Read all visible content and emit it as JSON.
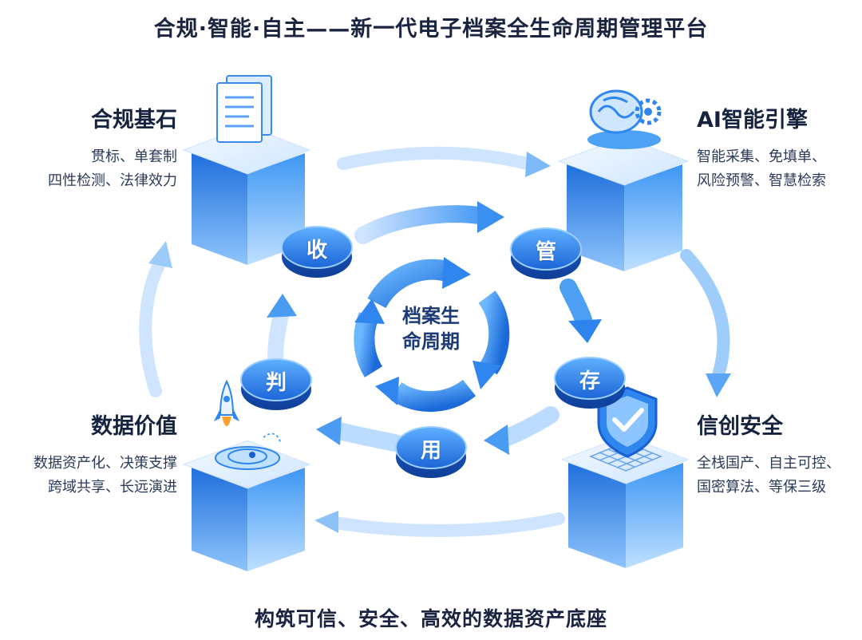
{
  "title": "合规·智能·自主——新一代电子档案全生命周期管理平台",
  "center": {
    "line1": "档案生",
    "line2": "命周期"
  },
  "stages": {
    "collect": "收",
    "manage": "管",
    "store": "存",
    "use": "用",
    "judge": "判"
  },
  "pillars": {
    "compliance": {
      "title": "合规基石",
      "line1": "贯标、单套制",
      "line2": "四性检测、法律效力",
      "icon": "document-icon"
    },
    "ai": {
      "title": "AI智能引擎",
      "line1": "智能采集、免填单、",
      "line2": "风险预警、智慧检索",
      "icon": "brain-icon"
    },
    "security": {
      "title": "信创安全",
      "line1": "全栈国产、自主可控、",
      "line2": "国密算法、等保三级",
      "icon": "shield-icon"
    },
    "value": {
      "title": "数据价值",
      "line1": "数据资产化、决策支撑",
      "line2": "跨域共享、长远演进",
      "icon": "rocket-icon"
    }
  },
  "footer": "构筑可信、安全、高效的数据资产底座",
  "colors": {
    "primary": "#2f86ee",
    "light": "#8cc5ff",
    "dark": "#1a5fd1",
    "text": "#16233f"
  }
}
